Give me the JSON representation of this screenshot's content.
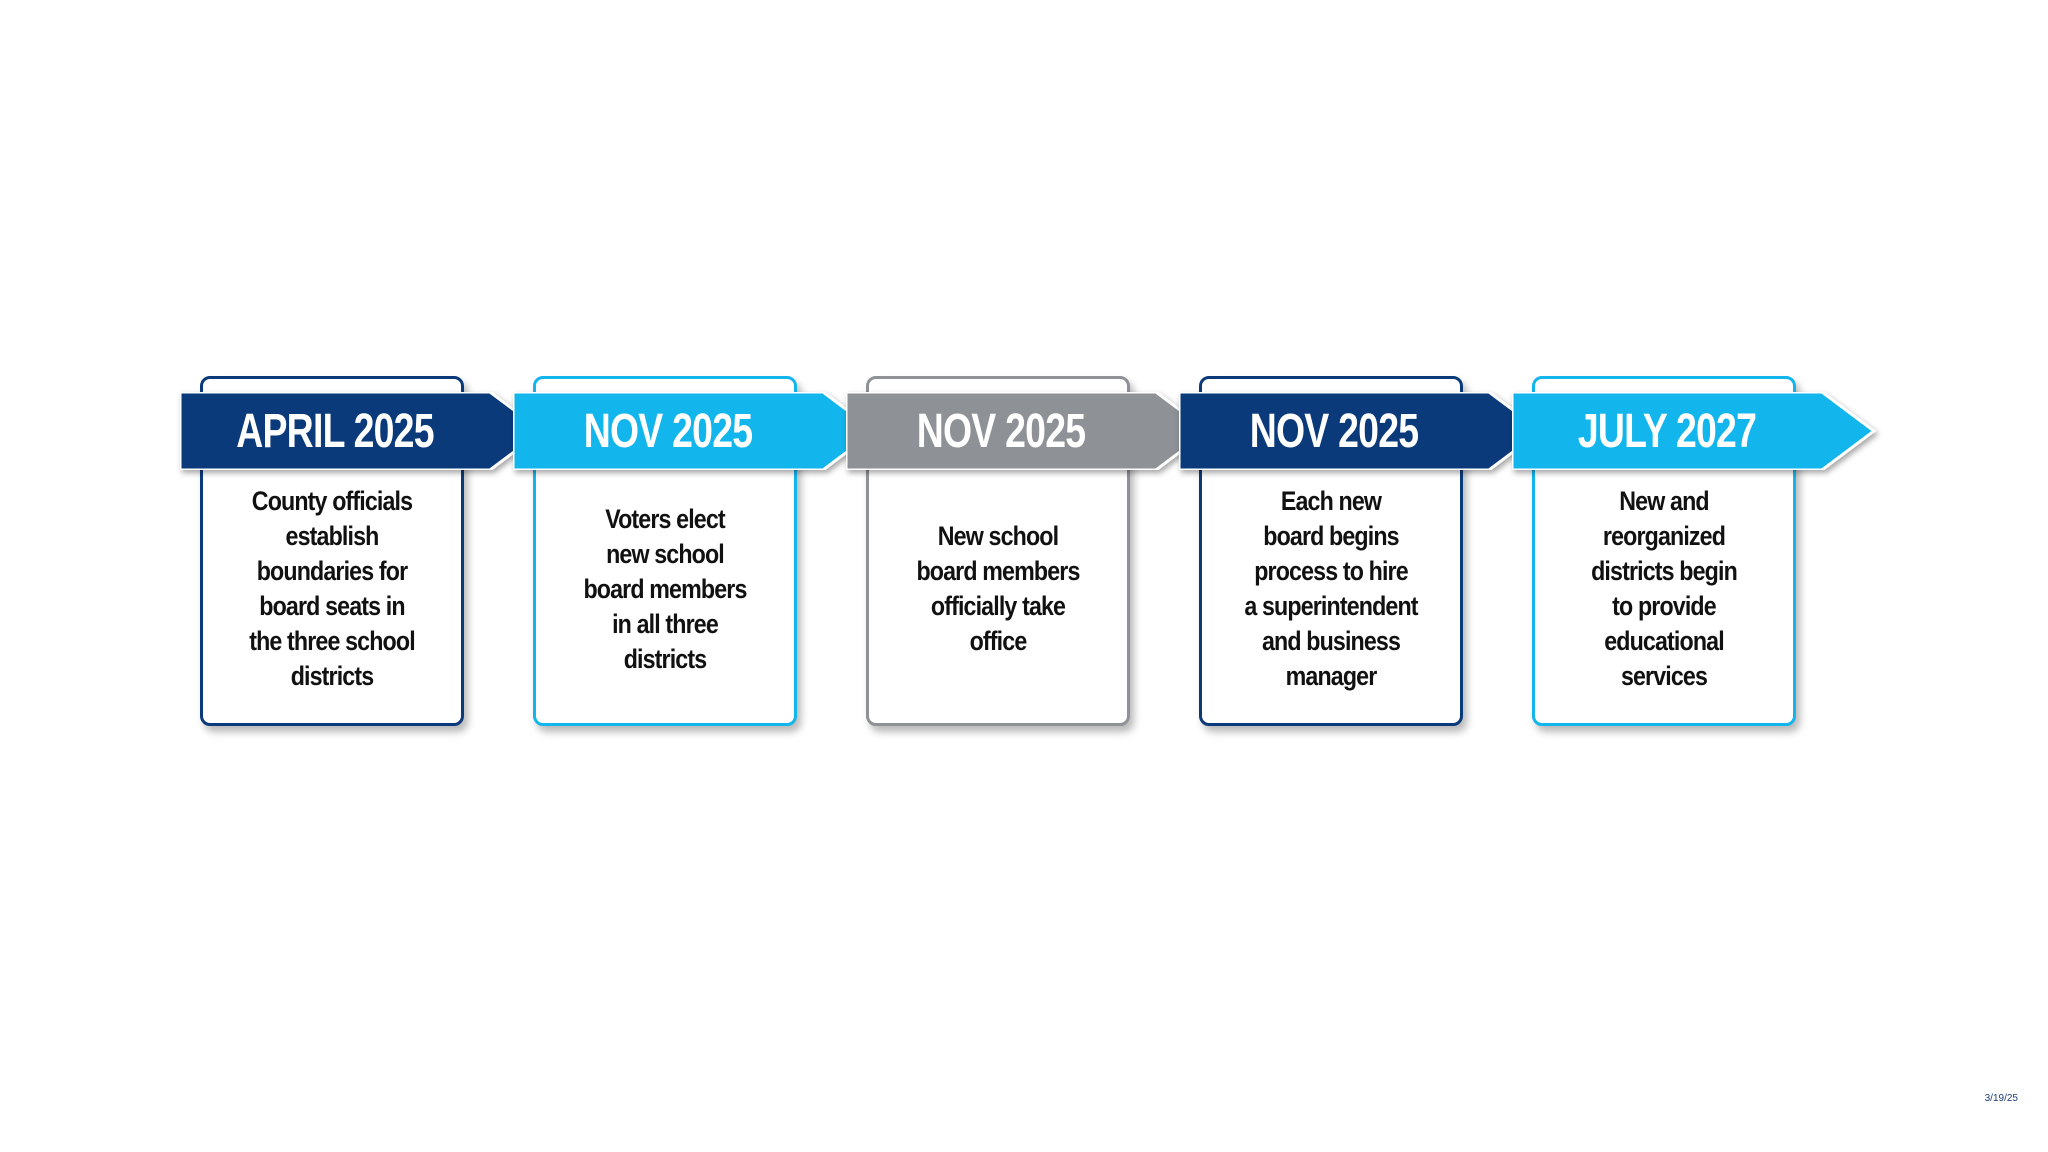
{
  "colors": {
    "navy": "#0b3a7a",
    "cyan": "#12b5ec",
    "gray": "#8e9196",
    "text": "#111111",
    "footer": "#1d3e78"
  },
  "timeline": {
    "steps": [
      {
        "date": "APRIL 2025",
        "description": "County officials\nestablish\nboundaries for\nboard seats in\nthe three school\ndistricts",
        "color": "#0b3a7a"
      },
      {
        "date": "NOV 2025",
        "description": "Voters elect\nnew school\nboard members\nin all three\ndistricts",
        "color": "#12b5ec"
      },
      {
        "date": "NOV 2025",
        "description": "New school\nboard members\nofficially take\noffice",
        "color": "#8e9196"
      },
      {
        "date": "NOV 2025",
        "description": "Each new\nboard begins\nprocess to hire\na superintendent\nand business\nmanager",
        "color": "#0b3a7a"
      },
      {
        "date": "JULY 2027",
        "description": "New and\nreorganized\ndistricts begin\nto provide\neducational\nservices",
        "color": "#12b5ec"
      }
    ]
  },
  "footer": {
    "date": "3/19/25"
  }
}
